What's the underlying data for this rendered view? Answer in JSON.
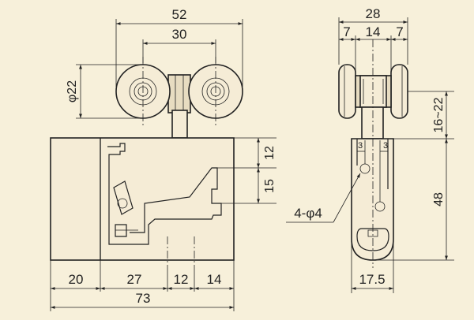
{
  "colors": {
    "background": "#f7f0da",
    "line": "#222222",
    "part_fill": "#f5ecd6",
    "shade": "#e7dcc1"
  },
  "front_view": {
    "dim_top_overall": "52",
    "dim_top_inner": "30",
    "dim_wheel_diameter": "φ22",
    "dim_right_upper": "12",
    "dim_right_lower": "15",
    "dim_bottom_1": "20",
    "dim_bottom_2": "27",
    "dim_bottom_3": "12",
    "dim_bottom_4": "14",
    "dim_bottom_total": "73"
  },
  "side_view": {
    "dim_top_overall": "28",
    "dim_top_left": "7",
    "dim_top_center": "14",
    "dim_top_right": "7",
    "dim_adjust_range": "16~22",
    "dim_height": "48",
    "dim_hole_offset_left": "3",
    "dim_hole_offset_right": "3",
    "dim_bottom_width": "17.5",
    "hole_callout": "4-φ4"
  }
}
